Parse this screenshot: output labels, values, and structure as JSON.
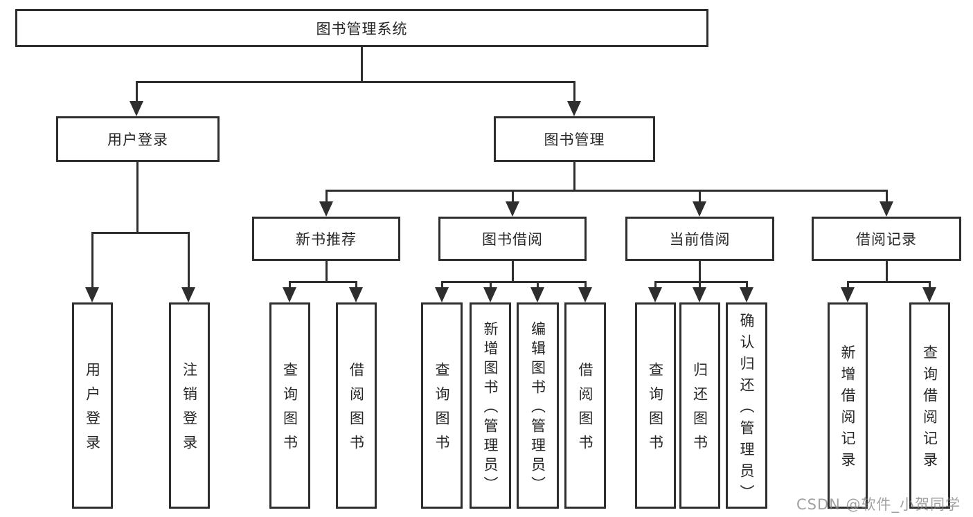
{
  "diagram": {
    "type": "hierarchy-tree",
    "colors": {
      "line": "#2e2e2e",
      "text": "#262626",
      "background": "#ffffff",
      "watermark": "#828282"
    }
  },
  "tree": {
    "root": {
      "label": "图书管理系统",
      "children": [
        {
          "label": "用户登录",
          "children": [
            {
              "label": "用户登录"
            },
            {
              "label": "注销登录"
            }
          ]
        },
        {
          "label": "图书管理",
          "children": [
            {
              "label": "新书推荐",
              "children": [
                {
                  "label": "查询图书"
                },
                {
                  "label": "借阅图书"
                }
              ]
            },
            {
              "label": "图书借阅",
              "children": [
                {
                  "label": "查询图书"
                },
                {
                  "label": "新增图书（管理员）"
                },
                {
                  "label": "编辑图书（管理员）"
                },
                {
                  "label": "借阅图书"
                }
              ]
            },
            {
              "label": "当前借阅",
              "children": [
                {
                  "label": "查询图书"
                },
                {
                  "label": "归还图书"
                },
                {
                  "label": "确认归还（管理员）"
                }
              ]
            },
            {
              "label": "借阅记录",
              "children": [
                {
                  "label": "新增借阅记录"
                },
                {
                  "label": "查询借阅记录"
                }
              ]
            }
          ]
        }
      ]
    }
  },
  "watermark": {
    "text": "CSDN @软件_小贺同学"
  }
}
